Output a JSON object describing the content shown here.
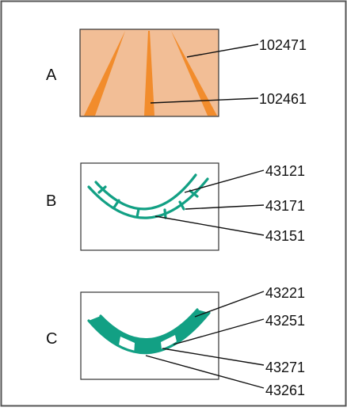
{
  "colors": {
    "orange_light": "#F2BE96",
    "orange_dark": "#F28C2C",
    "green": "#12A084",
    "frame": "#555555",
    "line": "#111111"
  },
  "panels": [
    {
      "label": "A",
      "callouts": [
        "102471",
        "102461"
      ]
    },
    {
      "label": "B",
      "callouts": [
        "43121",
        "43171",
        "43151"
      ]
    },
    {
      "label": "C",
      "callouts": [
        "43221",
        "43251",
        "43271",
        "43261"
      ]
    }
  ]
}
